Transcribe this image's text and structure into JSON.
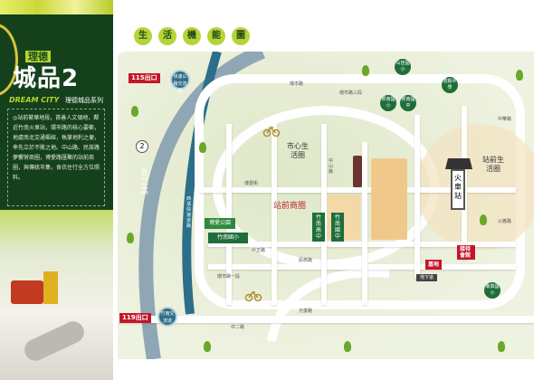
{
  "brand": {
    "tag": "理德",
    "name": "城品2",
    "english": "DREAM CITY",
    "series": "理德城品系列",
    "description": "◎站前繁華地段，首善人文領地，鄰近竹南火車站，環市路的核心要衝，地處南北交通樞紐，執掌地利之便，率先立於不敗之地。中山路、民族路夢饗勞商圈，博愛路匯聚的站前商圈，與傳統市集，食衣住行全方位照料。"
  },
  "title_chars": [
    "生",
    "活",
    "機",
    "能",
    "圖"
  ],
  "map": {
    "exit115": "115出口",
    "interchange1": "快速公路交流道",
    "exit119": "119出口",
    "interchange2": "竹南交流道",
    "freeway": "北二高",
    "freeway_no": "2",
    "expressway": "西濱快速道路",
    "zones": {
      "city": "市心生活圈",
      "station_shopping": "站前商圈",
      "station_life": "站前生活圈"
    },
    "station": "火車站",
    "site": "基地",
    "reception": "接待會館",
    "schools": {
      "zhunan_elem": "竹南國小",
      "zhunan_high": "竹南高中",
      "zhunan_junior": "竹南國中",
      "shanjia": "山佳國小",
      "junyi": "君毅中學",
      "zhaonan_elem": "照南國小",
      "zhaonan_junior": "照南國中",
      "dongxing": "東興國小",
      "park": "博愛公園"
    },
    "roads": {
      "huanshi_n": "環市路",
      "huanshi_3": "環市路三段",
      "zhonghua": "中華路",
      "boai": "博愛街",
      "zhongzheng": "中正路",
      "minzu": "民族路",
      "zhongshan": "中山路",
      "gongyi": "公義路",
      "guangfu": "光復路",
      "underpass": "地下道",
      "zhonger": "中二路",
      "huanshi_1": "環市路一段"
    }
  }
}
